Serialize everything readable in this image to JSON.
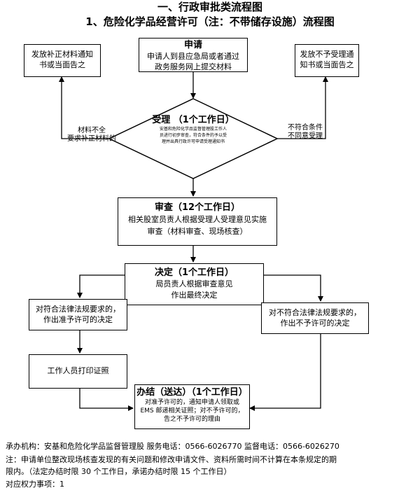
{
  "title": {
    "main": "一、行政审批类流程图",
    "sub": "1、危险化学品经营许可（注：不带储存设施）流程图"
  },
  "nodes": {
    "apply": {
      "heading": "申请",
      "body1": "申请人到县应急局或者通过",
      "body2": "政务服务网上提交材料"
    },
    "notify_supplement": {
      "line1": "发放补正材料通知",
      "line2": "书或当面告之"
    },
    "notify_reject": {
      "line1": "发放不予受理通",
      "line2": "知书或当面告之"
    },
    "accept": {
      "heading": "受理  （1个工作日）",
      "body1": "安基和危险化学品监督管理股工作人",
      "body2": "员进行初步审查，符合条件的予以受",
      "body3": "理并出具行政许可申请受理通知书"
    },
    "review": {
      "heading": "审查（12个工作日）",
      "body1": "相关股室员责人根据受理人受理意见实施",
      "body2": "审查（材料审查、现场核查）"
    },
    "decide": {
      "heading": "决定（1个工作日）",
      "body1": "局员责人根据审查意见",
      "body2": "作出最终决定"
    },
    "approve": {
      "line1": "对符合法律法规要求的，",
      "line2": "作出准予许可的决定"
    },
    "deny": {
      "line1": "对不符合法律法规要求的，",
      "line2": "作出不予许可的决定"
    },
    "print": {
      "label": "工作人员打印证照"
    },
    "complete": {
      "heading": "办结（送达）（1个工作日）",
      "body1": "对准予许可的，通知申请人领取或",
      "body2": "EMS 邮递相关证照；对不予许可的，",
      "body3": "告之不予许可的理由"
    }
  },
  "edge_labels": {
    "incomplete_line1": "材料不全",
    "incomplete_line2": "要求补正材料的",
    "nonconform_line1": "不符合条件",
    "nonconform_line2": "不同意受理"
  },
  "footer": {
    "line1": "承办机构：安基和危险化学品监督管理股    服务电话：0566-6026770   监督电话：0566-6026270",
    "line2": "注：申请单位整改现场核查发现的有关问题和修改申请文件、资料所需时间不计算在本条规定的期",
    "line3": "限内。（法定办结时限 30 个工作日，承诺办结时限 15 个工作日）",
    "line4": "对应权力事项：1"
  }
}
